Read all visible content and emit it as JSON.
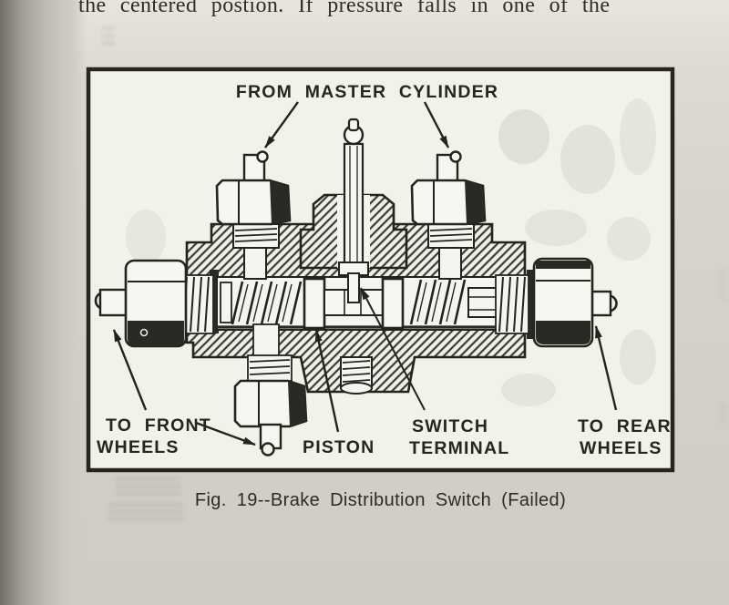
{
  "page": {
    "top_line": "the centered postion. If pressure falls in one of the",
    "caption": "Fig. 19--Brake Distribution Switch (Failed)"
  },
  "figure": {
    "labels": {
      "from_master_cylinder": "FROM MASTER CYLINDER",
      "to_front_wheels_line1": "TO FRONT",
      "to_front_wheels_line2": "WHEELS",
      "piston": "PISTON",
      "switch_terminal_line1": "SWITCH",
      "switch_terminal_line2": "TERMINAL",
      "to_rear_wheels_line1": "TO REAR",
      "to_rear_wheels_line2": "WHEELS"
    }
  },
  "colors": {
    "ink": "#24241f",
    "paper": "#d3d0c7",
    "figure_background": "#f2f1ea"
  }
}
